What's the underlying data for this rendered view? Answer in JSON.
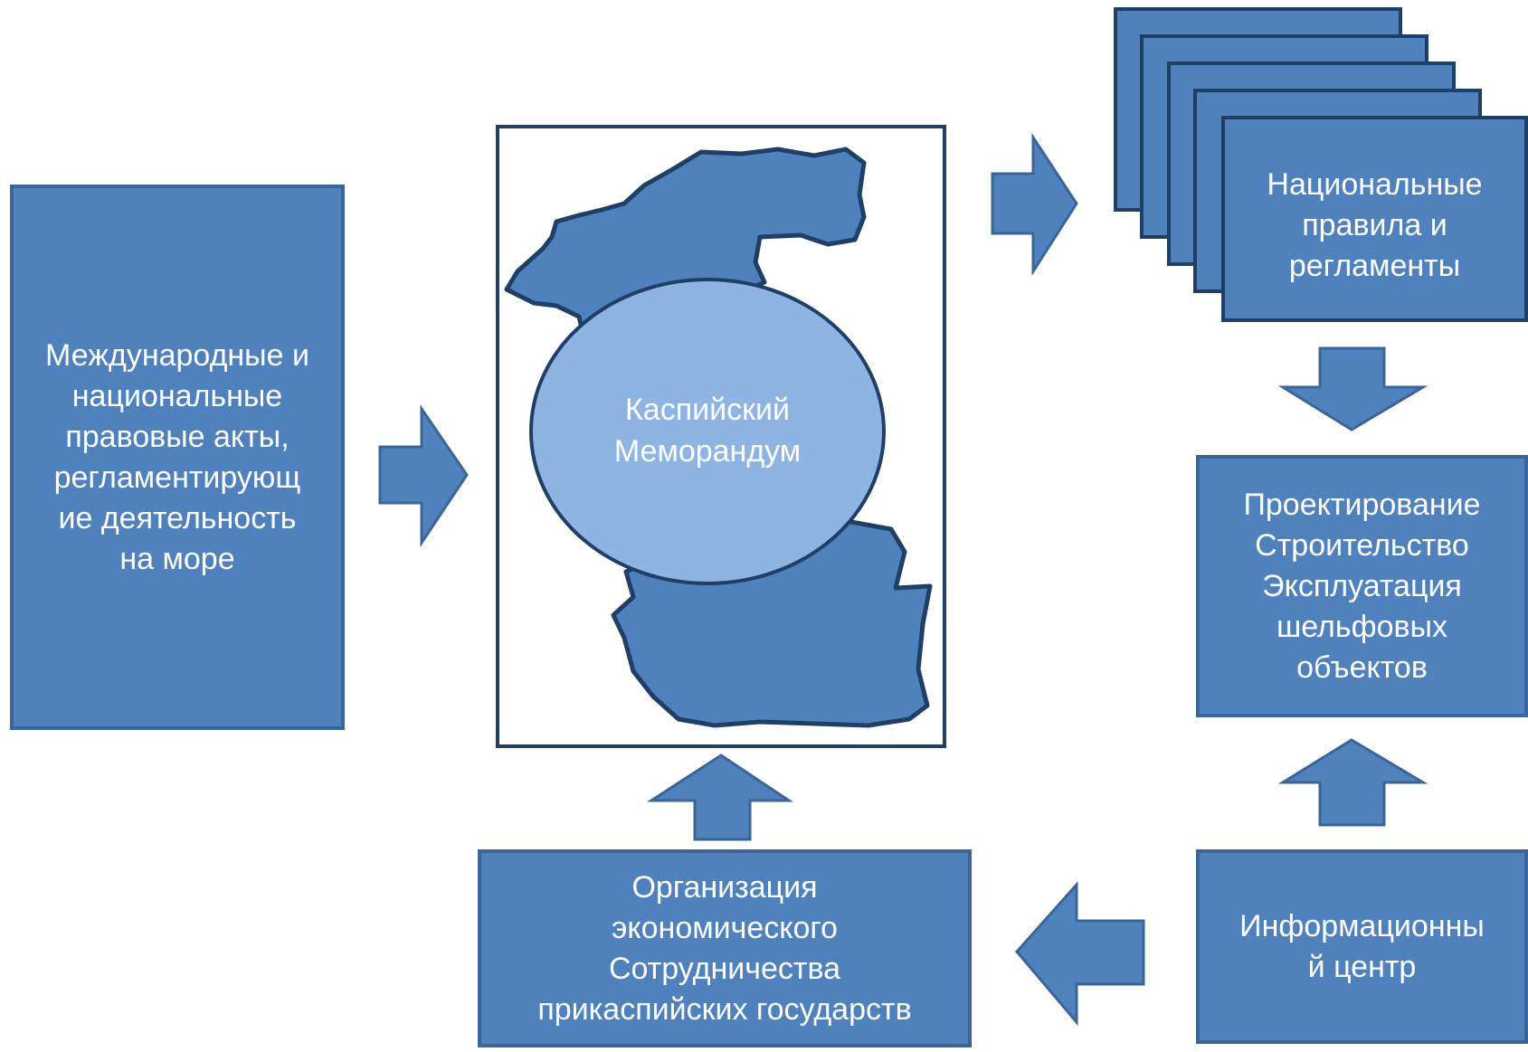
{
  "diagram": {
    "left_box": {
      "text": "Международные и\nнациональные\nправовые акты,\nрегламентирующ\nие деятельность\nна море"
    },
    "center": {
      "ellipse_text": "Каспийский\nМеморандум"
    },
    "national_rules": {
      "text": "Национальные\nправила и\nрегламенты"
    },
    "design_box": {
      "text": "Проектирование\nСтроительство\nЭксплуатация\nшельфовых\nобъектов"
    },
    "info_center": {
      "text": "Информационны\nй центр"
    },
    "org_box": {
      "text": "Организация\nэкономического\nСотрудничества\nприкаспийских государств"
    }
  },
  "colors": {
    "box_fill": "#4f81bd",
    "box_border": "#3a6596",
    "ellipse_fill": "#8eb4e3",
    "frame_border": "#243f60"
  }
}
